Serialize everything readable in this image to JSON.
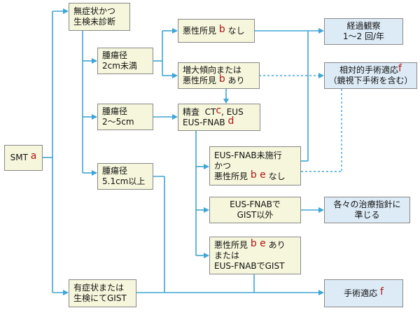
{
  "nodes": {
    "smt": {
      "label": "SMT",
      "marker": "a"
    },
    "asymptomatic": {
      "line1": "無症状かつ",
      "line2": "生検未診断"
    },
    "size_lt2": {
      "line1": "腫瘍径",
      "line2": "2cm未満"
    },
    "size_2to5": {
      "line1": "腫瘍径",
      "line2": "2〜5cm"
    },
    "size_ge51": {
      "line1": "腫瘍径",
      "line2": "5.1cm以上"
    },
    "malig_none": {
      "label": "悪性所見",
      "marker": "b",
      "suffix": "なし"
    },
    "growth": {
      "line1": "増大傾向または",
      "line2_label": "悪性所見",
      "marker": "b",
      "suffix": "あり"
    },
    "workup": {
      "label": "精査",
      "ct": "CT",
      "marker_c": "c",
      "eus": ", EUS",
      "eusfnab": "EUS-FNAB",
      "marker_d": "d"
    },
    "fnab_not_done": {
      "line1": "EUS-FNAB未施行",
      "line2": "かつ",
      "line3_label": "悪性所見",
      "marker": "b e",
      "suffix": "なし"
    },
    "fnab_non_gist": {
      "line1": "EUS-FNABで",
      "line2": "GIST以外"
    },
    "malig_gist": {
      "line1_label": "悪性所見",
      "marker": "b e",
      "suffix": "あり",
      "line2": "または",
      "line3": "EUS-FNABでGIST"
    },
    "symptomatic": {
      "line1": "有症状または",
      "line2": "生検にてGIST"
    },
    "followup": {
      "line1": "経過観察",
      "line2": "1〜2 回/年"
    },
    "relative": {
      "label": "相対的手術適応",
      "marker": "f",
      "line2": "（鏡視下手術を含む）"
    },
    "guideline": {
      "line1": "各々の治療指針に",
      "line2": "準じる"
    },
    "surgery": {
      "label": "手術適応",
      "marker": "f"
    }
  },
  "colors": {
    "box_fill": "#f6f6dc",
    "outcome_fill": "#ddebf7",
    "connector": "#3ea5d6",
    "marker": "#b01515"
  }
}
